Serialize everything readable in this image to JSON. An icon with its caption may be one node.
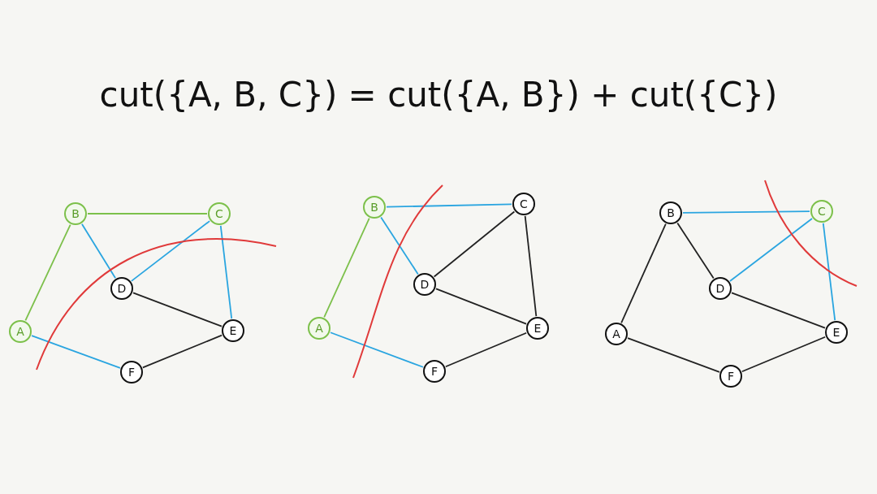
{
  "diagram": {
    "title": "cut({A, B, C}) = cut({A, B}) + cut({C})",
    "nodes": [
      {
        "text": [
          "A"
        ]
      },
      {
        "text": [
          "B"
        ]
      },
      {
        "text": [
          "C"
        ]
      },
      {
        "text": [
          "D"
        ]
      },
      {
        "text": [
          "E"
        ]
      },
      {
        "text": [
          "F"
        ]
      },
      {
        "text": [
          "A"
        ]
      },
      {
        "text": [
          "B"
        ]
      },
      {
        "text": [
          "C"
        ]
      },
      {
        "text": [
          "D"
        ]
      },
      {
        "text": [
          "E"
        ]
      },
      {
        "text": [
          "F"
        ]
      },
      {
        "text": [
          "A"
        ]
      },
      {
        "text": [
          "B"
        ]
      },
      {
        "text": [
          "C"
        ]
      },
      {
        "text": [
          "D"
        ]
      },
      {
        "text": [
          "E"
        ]
      },
      {
        "text": [
          "F"
        ]
      }
    ],
    "edges": [
      {
        "from": 1,
        "to": 2,
        "arrow": "none",
        "color": "#7cc04a"
      },
      {
        "from": 1,
        "to": 0,
        "arrow": "none",
        "color": "#7cc04a"
      },
      {
        "from": 1,
        "to": 3,
        "arrow": "none",
        "color": "#2aa5e0"
      },
      {
        "from": 2,
        "to": 3,
        "arrow": "none",
        "color": "#2aa5e0"
      },
      {
        "from": 2,
        "to": 4,
        "arrow": "none",
        "color": "#2aa5e0"
      },
      {
        "from": 0,
        "to": 5,
        "arrow": "none",
        "color": "#2aa5e0"
      },
      {
        "from": 3,
        "to": 4,
        "arrow": "none"
      },
      {
        "from": 4,
        "to": 5,
        "arrow": "none"
      },
      {
        "from": 7,
        "to": 8,
        "arrow": "none",
        "color": "#2aa5e0"
      },
      {
        "from": 7,
        "to": 6,
        "arrow": "none",
        "color": "#7cc04a"
      },
      {
        "from": 7,
        "to": 9,
        "arrow": "none",
        "color": "#2aa5e0"
      },
      {
        "from": 8,
        "to": 9,
        "arrow": "none"
      },
      {
        "from": 8,
        "to": 10,
        "arrow": "none"
      },
      {
        "from": 6,
        "to": 11,
        "arrow": "none",
        "color": "#2aa5e0"
      },
      {
        "from": 9,
        "to": 10,
        "arrow": "none"
      },
      {
        "from": 10,
        "to": 11,
        "arrow": "none"
      },
      {
        "from": 13,
        "to": 14,
        "arrow": "none",
        "color": "#2aa5e0"
      },
      {
        "from": 13,
        "to": 12,
        "arrow": "none"
      },
      {
        "from": 13,
        "to": 15,
        "arrow": "none"
      },
      {
        "from": 14,
        "to": 15,
        "arrow": "none",
        "color": "#2aa5e0"
      },
      {
        "from": 14,
        "to": 16,
        "arrow": "none",
        "color": "#2aa5e0"
      },
      {
        "from": 12,
        "to": 17,
        "arrow": "none"
      },
      {
        "from": 15,
        "to": 16,
        "arrow": "none"
      },
      {
        "from": 16,
        "to": 17,
        "arrow": "none"
      }
    ]
  }
}
